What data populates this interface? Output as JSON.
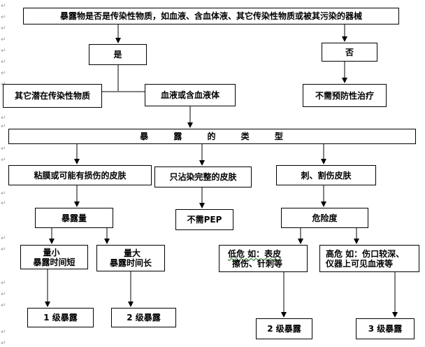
{
  "root": "暴露物是否是传染性物质，如血液、含血体液、其它传染性物质或被其污染的器械",
  "yes": "是",
  "no": "否",
  "other_infectious": "其它潜在传染性物质",
  "blood": "血液或含血液体",
  "no_prophylaxis": "不需预防性治疗",
  "exposure_type": "暴 露 的 类 型",
  "mucosa": "粘膜或可能有损伤的皮肤",
  "intact_skin": "只沾染完整的皮肤",
  "puncture": "刺、割伤皮肤",
  "exposure_amount": "暴露量",
  "no_pep": "不需PEP",
  "risk": "危险度",
  "small_amount_1": "量小",
  "small_amount_2": "暴露时间短",
  "large_amount_1": "量大",
  "large_amount_2": "暴露时间长",
  "low_risk_1": "低危  如：表皮",
  "low_risk_2": "擦伤、针刺等",
  "high_risk_1": "高危  如：伤口较深、",
  "high_risk_2": "仪器上可见血液等",
  "level1": "1 级暴露",
  "level2a": "2 级暴露",
  "level2b": "2 级暴露",
  "level3": "3 级暴露",
  "para_mark": "↵"
}
